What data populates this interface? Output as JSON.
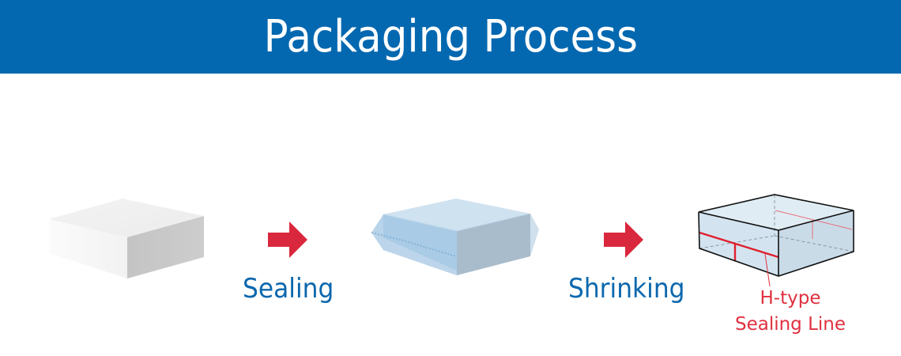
{
  "header": {
    "title": "Packaging Process"
  },
  "steps": [
    {
      "name": "plain-box",
      "label": ""
    },
    {
      "name": "sealed-box",
      "label": "Sealing"
    },
    {
      "name": "shrunk-box",
      "label": "Shrinking"
    }
  ],
  "annotation": {
    "line1": "H-type",
    "line2": "Sealing Line"
  },
  "colors": {
    "header_bg": "#0468b0",
    "step_label": "#0b67ad",
    "arrow": "#d9283d",
    "seal_line": "#e0202e"
  }
}
